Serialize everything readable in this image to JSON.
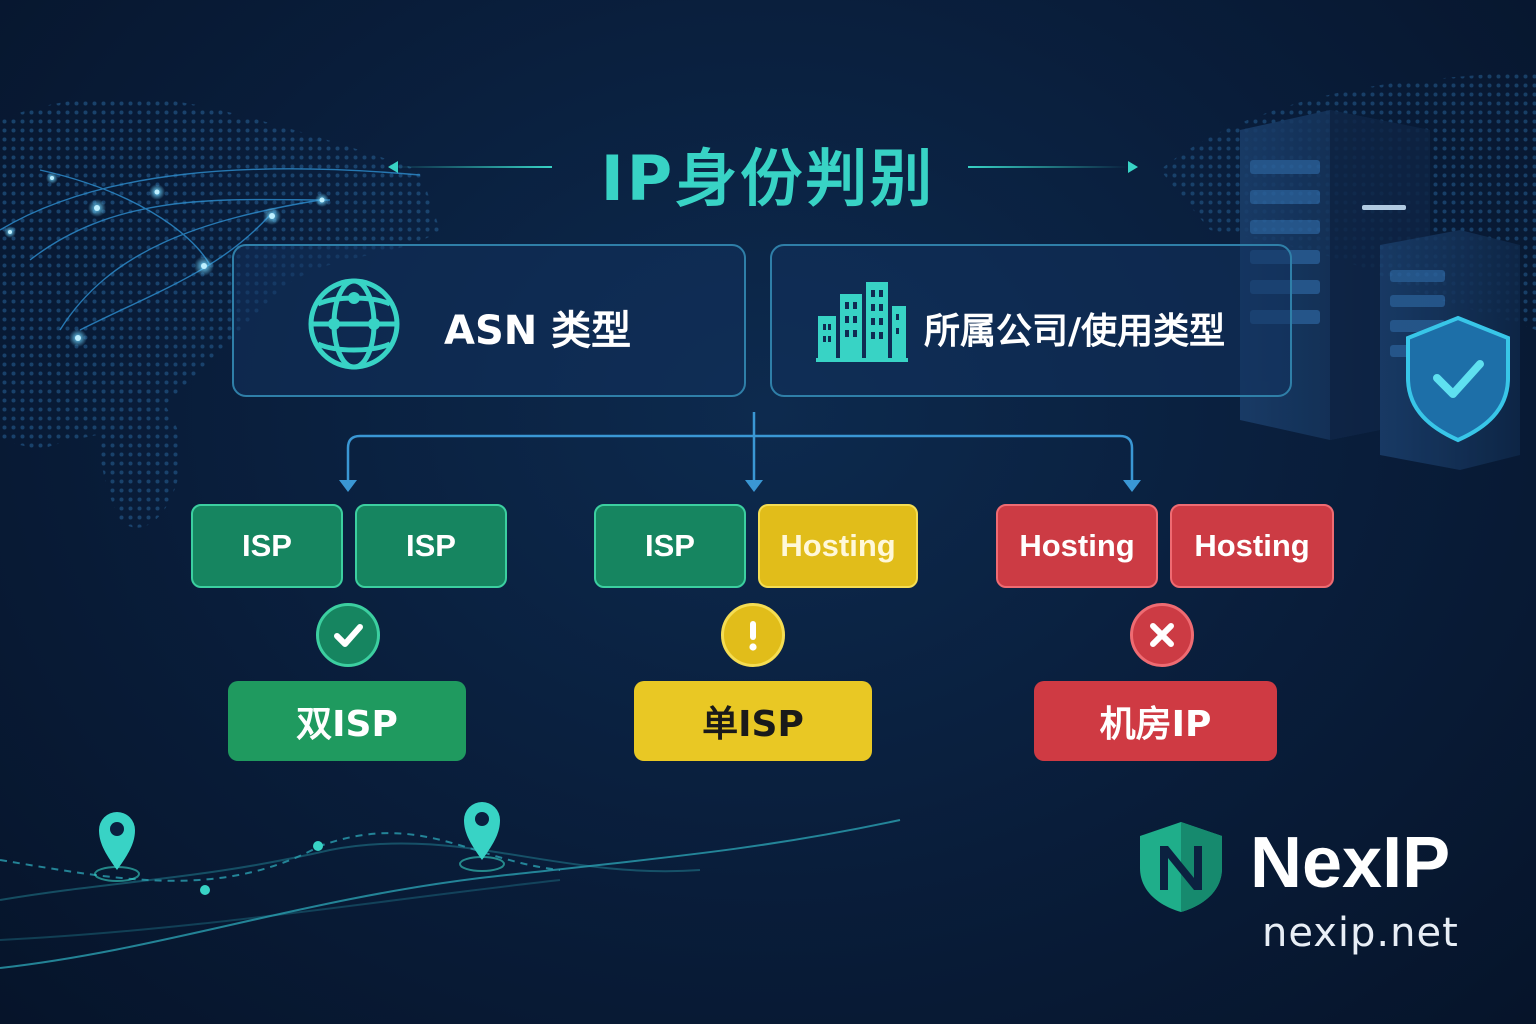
{
  "title": "IP身份判别",
  "boxes": {
    "asn": {
      "label": "ASN 类型",
      "icon": "globe-icon"
    },
    "company": {
      "label": "所属公司/使用类型",
      "icon": "buildings-icon"
    }
  },
  "groups": [
    {
      "tags": [
        "ISP",
        "ISP"
      ],
      "status_icon": "check-icon",
      "result": "双ISP",
      "color": "#1f9a5f"
    },
    {
      "tags": [
        "ISP",
        "Hosting"
      ],
      "status_icon": "exclamation-icon",
      "result": "单ISP",
      "color": "#e9c824"
    },
    {
      "tags": [
        "Hosting",
        "Hosting"
      ],
      "status_icon": "close-icon",
      "result": "机房IP",
      "color": "#cf3a43"
    }
  ],
  "brand": {
    "name": "NexIP",
    "url": "nexip.net",
    "icon": "shield-n-logo-icon"
  },
  "colors": {
    "accent": "#38d3c5",
    "isp": "#168560",
    "hosting_warn": "#e1bd1a",
    "hosting_bad": "#cc3b44"
  }
}
